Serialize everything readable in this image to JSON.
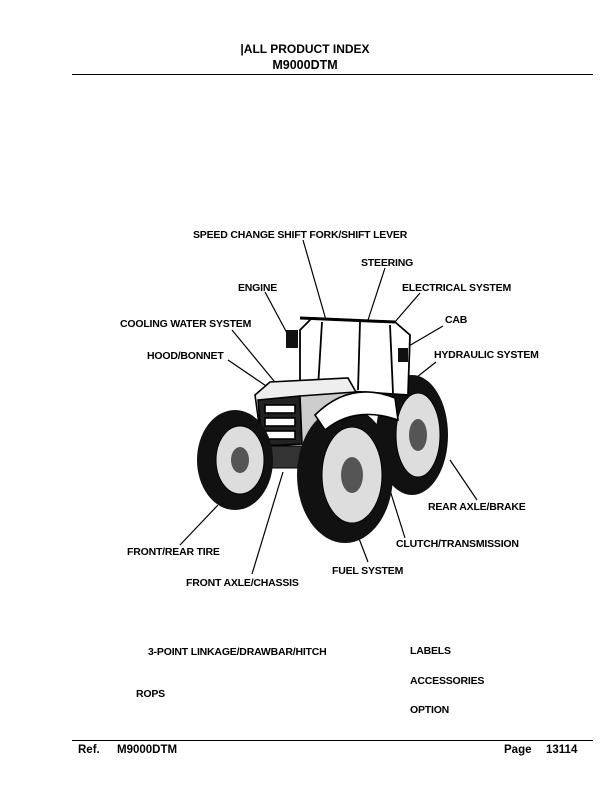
{
  "header": {
    "title": "|ALL PRODUCT INDEX",
    "model": "M9000DTM"
  },
  "diagram": {
    "labels": {
      "speed_change": "SPEED CHANGE SHIFT FORK/SHIFT LEVER",
      "steering": "STEERING",
      "engine": "ENGINE",
      "electrical": "ELECTRICAL SYSTEM",
      "cooling": "COOLING WATER SYSTEM",
      "cab": "CAB",
      "hood": "HOOD/BONNET",
      "hydraulic": "HYDRAULIC SYSTEM",
      "rear_axle": "REAR AXLE/BRAKE",
      "clutch": "CLUTCH/TRANSMISSION",
      "front_rear_tire": "FRONT/REAR TIRE",
      "fuel": "FUEL SYSTEM",
      "front_axle": "FRONT AXLE/CHASSIS"
    }
  },
  "index_links": {
    "linkage": "3-POINT LINKAGE/DRAWBAR/HITCH",
    "labels": "LABELS",
    "accessories": "ACCESSORIES",
    "rops": "ROPS",
    "option": "OPTION"
  },
  "footer": {
    "ref_label": "Ref.",
    "ref_value": "M9000DTM",
    "page_label": "Page",
    "page_value": "13114"
  }
}
